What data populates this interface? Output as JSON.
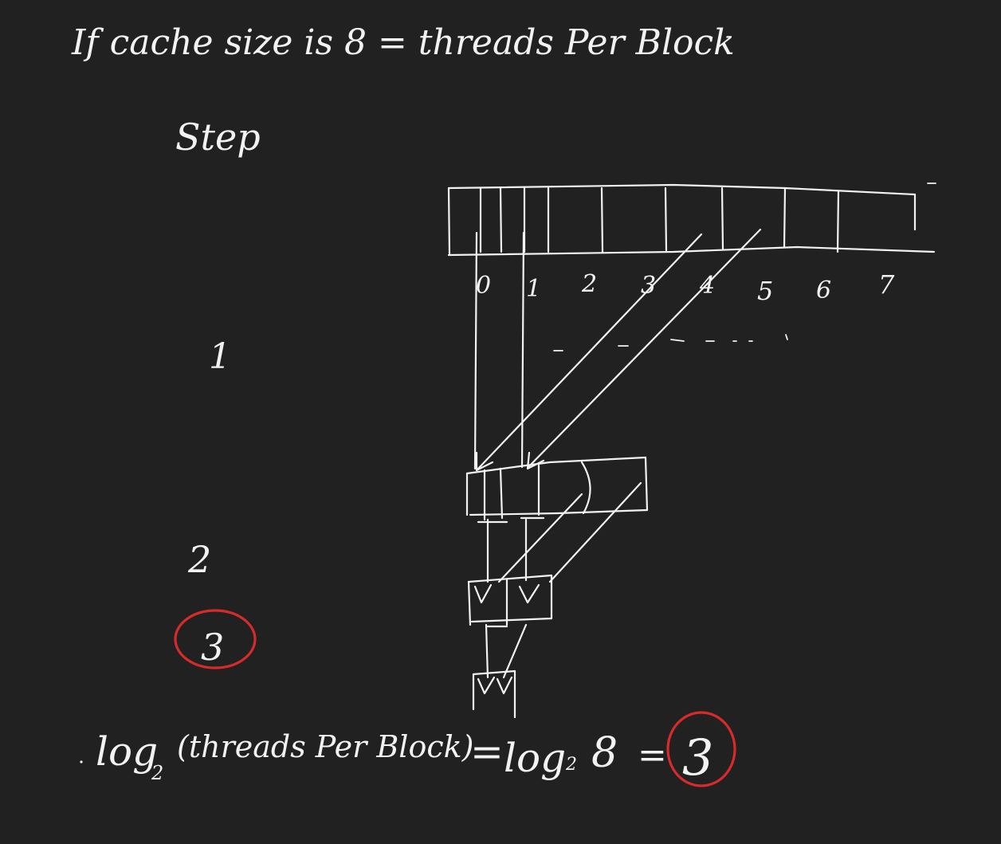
{
  "title_line": "If cache size is 8 = threads Per Block",
  "step_heading": "Step",
  "step_labels": [
    "1",
    "2",
    "3"
  ],
  "index_labels": [
    "0",
    "1",
    "2",
    "3",
    "4",
    "5",
    "6",
    "7"
  ],
  "formula": {
    "lhs_log": "log",
    "lhs_base": "2",
    "lhs_arg": "(threads Per Block)",
    "eq1": "=",
    "rhs_log": "log",
    "rhs_base": "2",
    "rhs_arg": "8",
    "eq2": "=",
    "result": "3"
  },
  "colors": {
    "ink": "#f2f2f2",
    "highlight": "#d62b2b",
    "background": "#212121"
  }
}
